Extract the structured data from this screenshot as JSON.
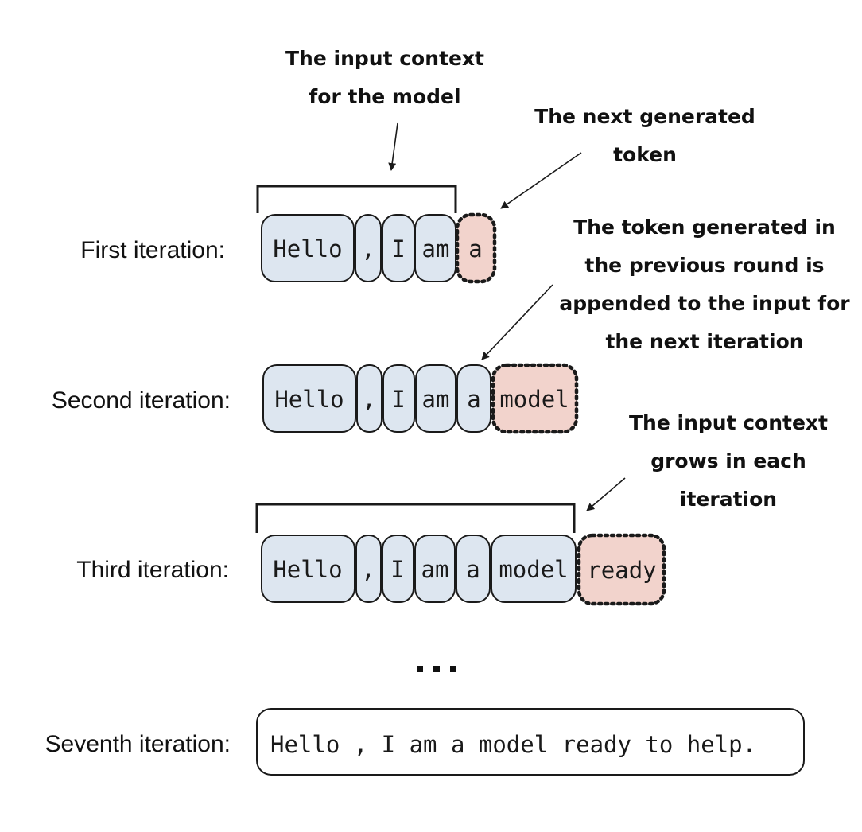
{
  "annotations": {
    "input_context": [
      "The input context",
      "for the model"
    ],
    "next_token": [
      "The next generated",
      "token"
    ],
    "appended": [
      "The token generated in",
      "the previous round is",
      "appended to the input for",
      "the next iteration"
    ],
    "grows": [
      "The input context",
      "grows in each",
      "iteration"
    ]
  },
  "rows": [
    {
      "label": "First iteration:",
      "tokens": [
        "Hello",
        ",",
        "I",
        "am"
      ],
      "new_token": "a"
    },
    {
      "label": "Second iteration:",
      "tokens": [
        "Hello",
        ",",
        "I",
        "am",
        "a"
      ],
      "new_token": "model"
    },
    {
      "label": "Third iteration:",
      "tokens": [
        "Hello",
        ",",
        "I",
        "am",
        "a",
        "model"
      ],
      "new_token": "ready"
    }
  ],
  "final": {
    "label": "Seventh iteration:",
    "text": "Hello , I am a model ready to help."
  }
}
